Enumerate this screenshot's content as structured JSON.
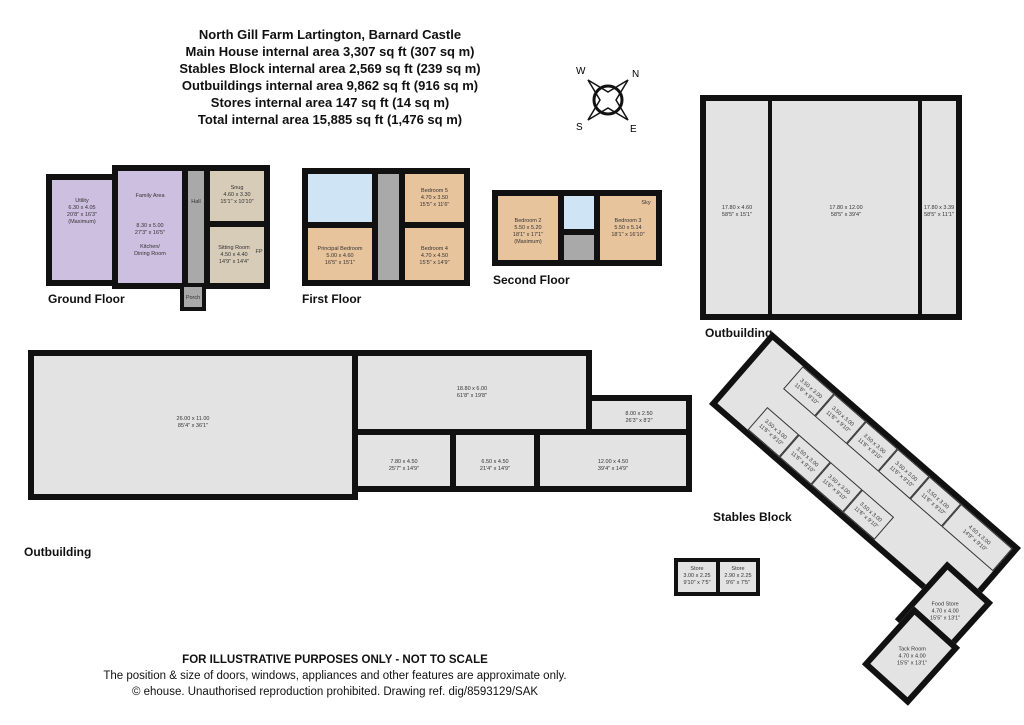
{
  "title": {
    "lines": [
      "North Gill Farm Lartington, Barnard Castle",
      "Main House internal area 3,307 sq ft (307 sq m)",
      "Stables Block internal area 2,569 sq ft (239 sq m)",
      "Outbuildings internal area 9,862 sq ft (916 sq m)",
      "Stores internal area 147 sq ft (14 sq m)",
      "Total internal area 15,885 sq ft (1,476 sq m)"
    ]
  },
  "compass": {
    "W": "W",
    "N": "N",
    "S": "S",
    "E": "E"
  },
  "floors": {
    "ground": "Ground Floor",
    "first": "First Floor",
    "second": "Second Floor",
    "outbuilding_top": "Outbuilding",
    "outbuilding_bottom": "Outbuilding",
    "stables": "Stables Block"
  },
  "ground_rooms": {
    "utility": "Utility\n6.30 x 4.05\n20'8\" x 16'3\"\n(Maximum)",
    "family": "Family Area",
    "kitchen": "8.30 x 5.00\n27'3\" x 16'5\"\n\nKitchen/\nDining Room",
    "hall": "Hall",
    "snug": "Snug\n4.60 x 3.30\n15'1\" x 10'10\"",
    "sitting": "Sitting Room\n4.50 x 4.40\n14'9\" x 14'4\"",
    "fp": "FP",
    "porch": "Porch"
  },
  "first_rooms": {
    "bed5": "Bedroom 5\n4.70 x 3.50\n15'5\" x 11'6\"",
    "principal": "Principal Bedroom\n5.00 x 4.60\n16'5\" x 15'1\"",
    "bed4": "Bedroom 4\n4.70 x 4.50\n15'5\" x 14'9\""
  },
  "second_rooms": {
    "bed2": "Bedroom 2\n5.50 x 5.20\n18'1\" x 17'1\"\n(Maximum)",
    "bed3": "Bedroom 3\n5.50 x 5.14\n18'1\" x 16'10\"",
    "sky": "Sky"
  },
  "outbuilding_top": [
    "17.80 x 4.60\n58'5\" x 15'1\"",
    "17.80 x 12.00\n58'5\" x 39'4\"",
    "17.80 x 3.39\n58'5\" x 11'1\""
  ],
  "outbuilding_bottom": {
    "big": "26.00 x 11.00\n85'4\" x 36'1\"",
    "upper": "18.80 x 6.00\n61'8\" x 19'8\"",
    "small": "8.00 x 2.50\n26'3\" x 8'2\"",
    "r1": "7.80 x 4.50\n25'7\" x 14'9\"",
    "r2": "6.50 x 4.50\n21'4\" x 14'9\"",
    "r3": "12.00 x 4.50\n39'4\" x 14'9\""
  },
  "stables": {
    "box": "3.50 x 3.00\n11'6\" x 9'10\"",
    "end": "4.50 x 3.00\n14'9\" x 9'10\"",
    "food": "Food Store\n4.70 x 4.00\n15'5\" x 13'1\"",
    "tack": "Tack Room\n4.70 x 4.00\n15'5\" x 13'1\""
  },
  "stores": [
    "Store\n3.00 x 2.25\n9'10\" x 7'5\"",
    "Store\n2.90 x 2.25\n9'6\" x 7'5\""
  ],
  "footer": {
    "line1": "FOR ILLUSTRATIVE PURPOSES ONLY - NOT TO SCALE",
    "line2": "The position & size of doors, windows, appliances and other features are approximate only.",
    "line3": "© ehouse. Unauthorised reproduction prohibited. Drawing ref. dig/8593129/SAK"
  }
}
